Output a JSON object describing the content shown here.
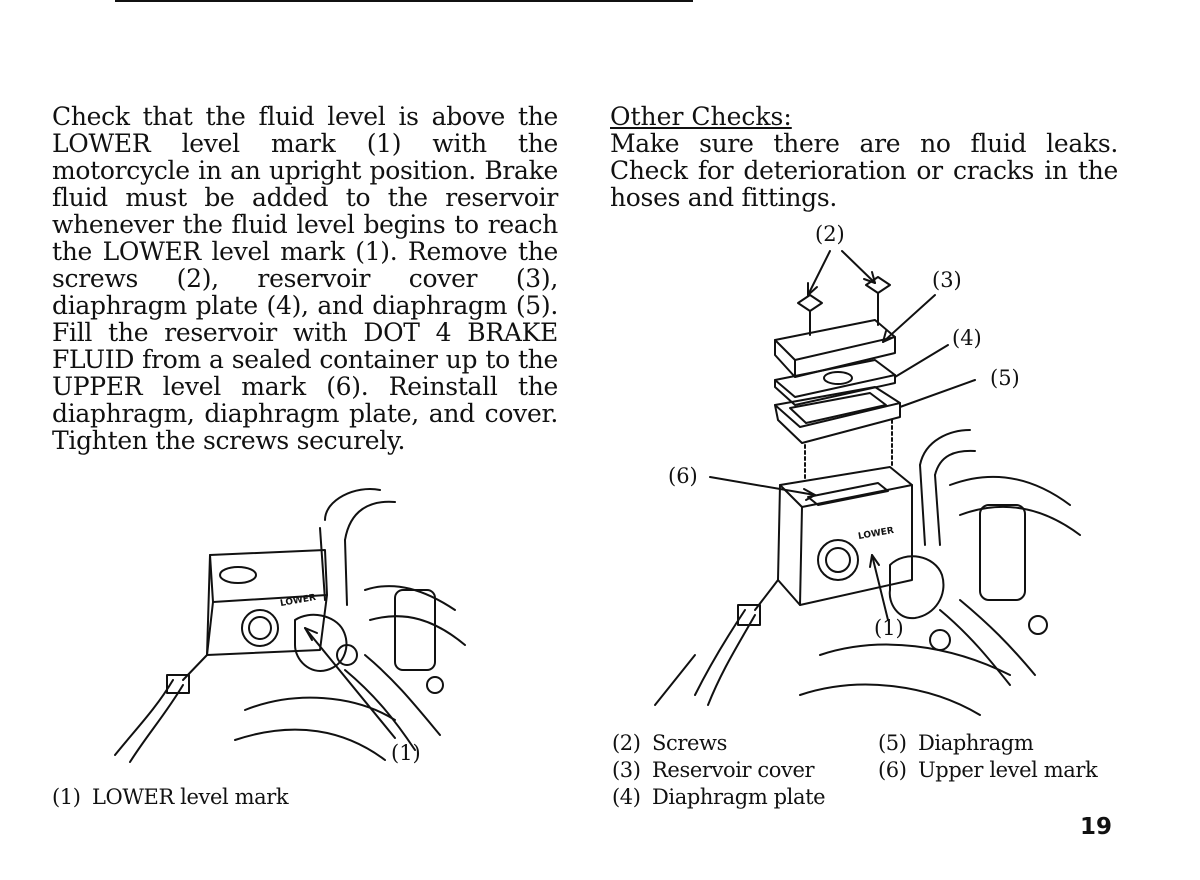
{
  "left_column": {
    "paragraph": "Check that the fluid level is above the LOWER level mark (1) with the motorcycle in an upright position. Brake fluid must be added to the reservoir whenever the fluid level begins to reach the LOWER level mark (1). Remove the screws (2), reservoir cover (3), diaphragm plate (4), and diaphragm (5). Fill the reservoir with DOT 4 BRAKE FLUID from a sealed container up to the UPPER level mark (6). Reinstall the diaphragm, diaphragm plate, and cover. Tighten the screws securely."
  },
  "right_column": {
    "heading": "Other Checks:",
    "paragraph": "Make sure there are no fluid leaks. Check for deterioration or cracks in the hoses and fittings."
  },
  "figure_left": {
    "callout_1": "(1)",
    "reservoir_marking": "LOWER",
    "caption": {
      "num": "(1)",
      "text": "LOWER level mark"
    }
  },
  "figure_right": {
    "callouts": {
      "c1": "(1)",
      "c2": "(2)",
      "c3": "(3)",
      "c4": "(4)",
      "c5": "(5)",
      "c6": "(6)"
    },
    "reservoir_marking": "LOWER",
    "captions": [
      {
        "num": "(2)",
        "text": "Screws"
      },
      {
        "num": "(3)",
        "text": "Reservoir cover"
      },
      {
        "num": "(4)",
        "text": "Diaphragm plate"
      },
      {
        "num": "(5)",
        "text": "Diaphragm"
      },
      {
        "num": "(6)",
        "text": "Upper level mark"
      }
    ]
  },
  "page_number": "19"
}
